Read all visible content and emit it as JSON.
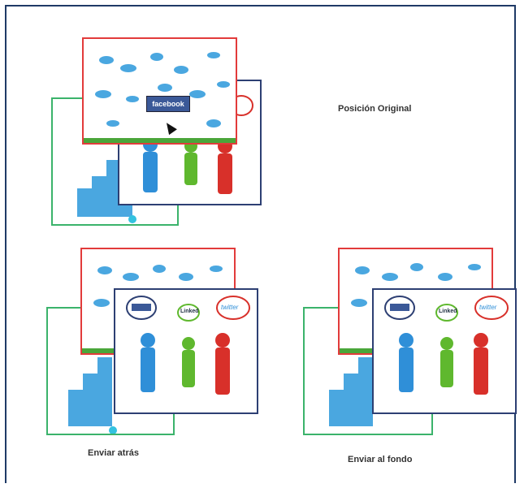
{
  "labels": {
    "original": "Posición Original",
    "back": "Enviar atrás",
    "bottom": "Enviar al fondo"
  },
  "bubbles": {
    "facebook": "facebook",
    "linkedin": "Linked",
    "twitter": "twitter"
  },
  "colors": {
    "frame": "#1f3a66",
    "green_border": "#3bb36b",
    "red_border": "#e23b3b",
    "blue_border": "#2d3f73",
    "bird": "#4aa7e0",
    "person_blue": "#2f8fd8",
    "person_green": "#5fb82e",
    "person_red": "#d8302a"
  }
}
